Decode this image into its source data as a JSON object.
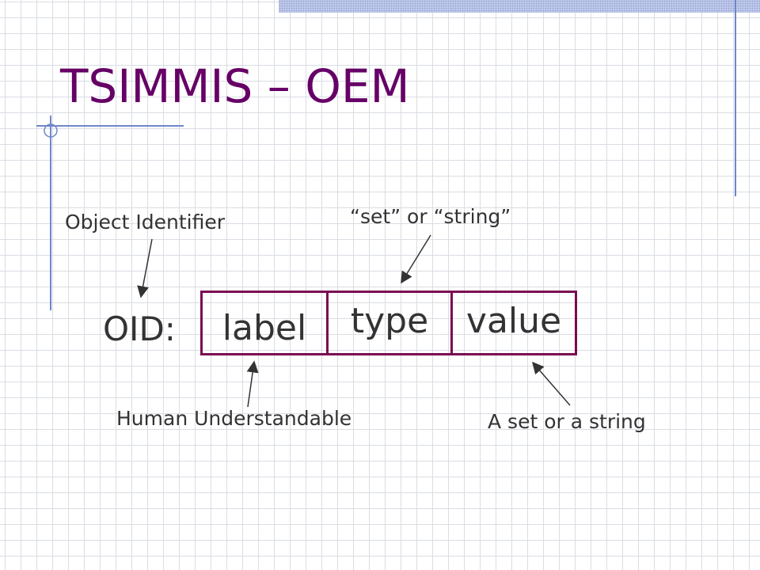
{
  "slide": {
    "title": "TSIMMIS – OEM"
  },
  "diagram": {
    "oid_prefix": "OID:",
    "fields": [
      {
        "id": "label",
        "text": "label"
      },
      {
        "id": "type",
        "text": "type"
      },
      {
        "id": "value",
        "text": "value"
      }
    ],
    "annotations": {
      "oid": "Object Identifier",
      "type": "“set” or “string”",
      "label": "Human Understandable",
      "value": "A set or a string"
    }
  },
  "colors": {
    "title": "#660066",
    "box_border": "#7a0a52",
    "text": "#333333",
    "accent_line": "#6f86c9"
  }
}
